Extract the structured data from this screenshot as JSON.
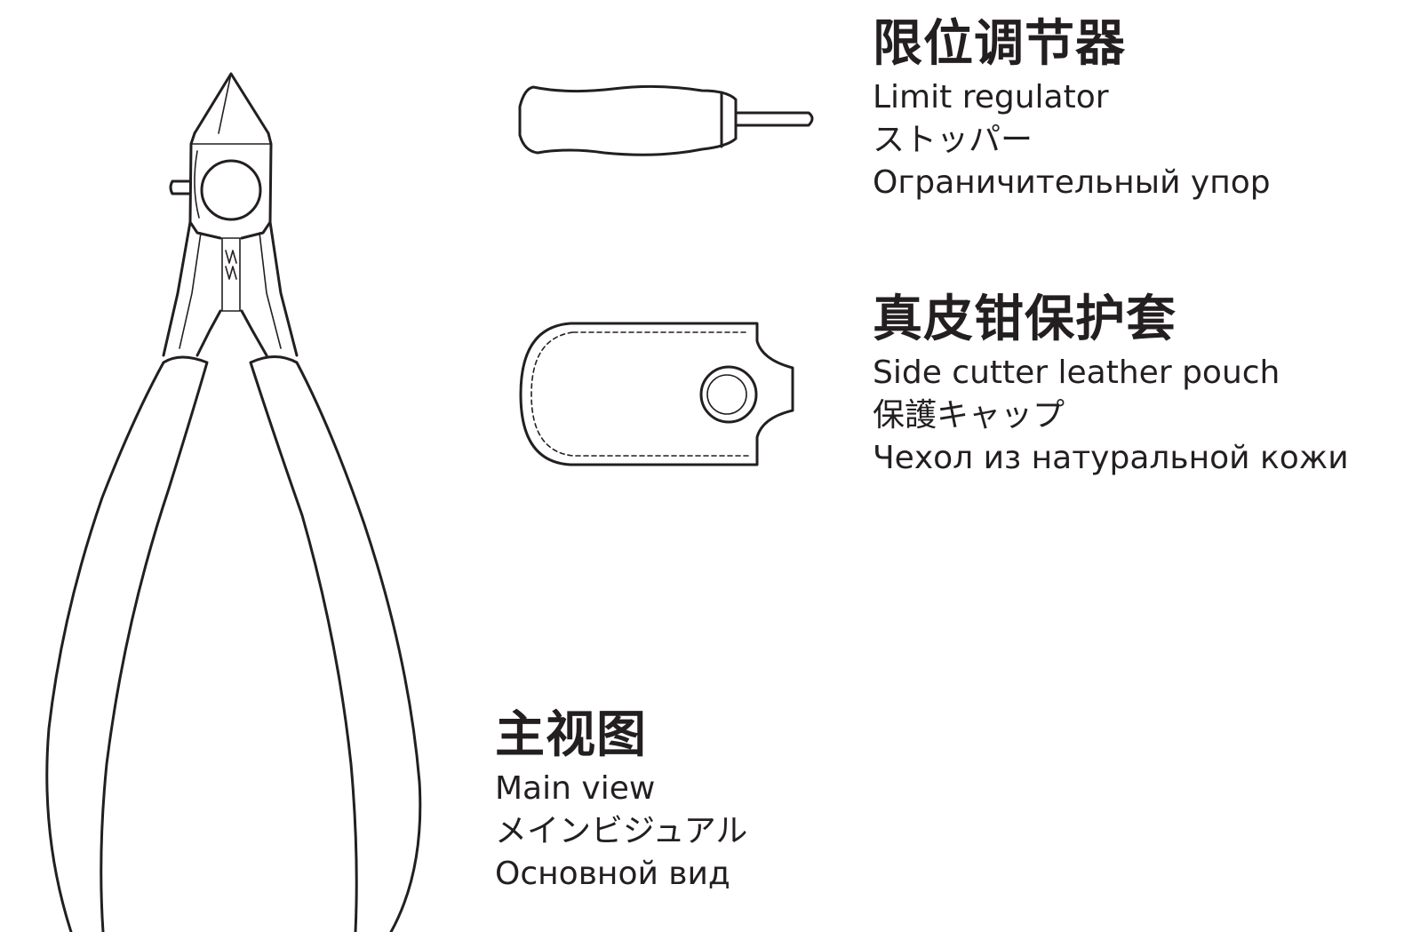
{
  "colors": {
    "line": "#231f20",
    "background": "#ffffff"
  },
  "labels": {
    "regulator": {
      "cn": "限位调节器",
      "en": "Limit regulator",
      "jp": "ストッパー",
      "ru": "Ограничительный упор"
    },
    "pouch": {
      "cn": "真皮钳保护套",
      "en": "Side cutter leather pouch",
      "jp": "保護キャップ",
      "ru": "Чехол из натуральной кожи"
    },
    "main": {
      "cn": "主视图",
      "en": "Main view",
      "jp": "メインビジュアル",
      "ru": "Основной вид"
    }
  }
}
